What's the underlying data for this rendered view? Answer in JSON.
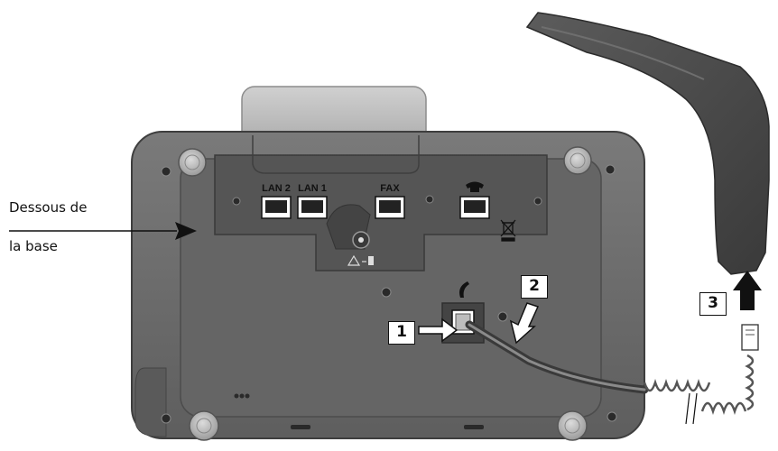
{
  "captions": {
    "base_underside_line1": "Dessous de",
    "base_underside_line2": "la base"
  },
  "port_labels": {
    "lan2": "LAN 2",
    "lan1": "LAN 1",
    "fax": "FAX"
  },
  "callouts": {
    "step1": "1",
    "step2": "2",
    "step3": "3"
  },
  "icons": {
    "phone_port": "telephone-icon",
    "handset_jack": "handset-icon",
    "power_warning": "warning-triangle-icon",
    "disposal": "crossed-bin-icon"
  },
  "colors": {
    "base_body": "#6b6b6b",
    "base_panel": "#555555",
    "handset": "#4a4a4a",
    "arrow": "#111111",
    "callout_border": "#111111"
  }
}
